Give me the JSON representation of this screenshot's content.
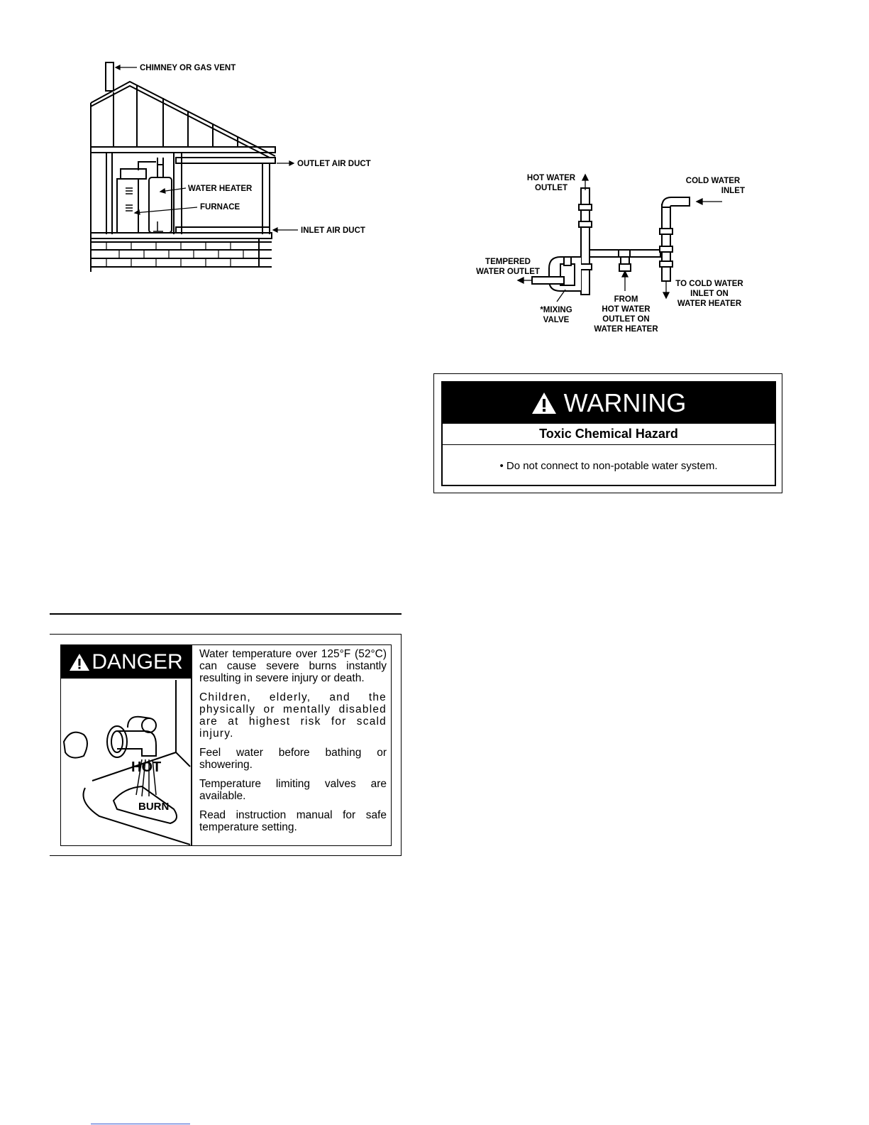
{
  "house_diagram": {
    "labels": {
      "chimney": "CHIMNEY OR GAS VENT",
      "outlet_duct": "OUTLET AIR DUCT",
      "water_heater": "WATER HEATER",
      "furnace": "FURNACE",
      "inlet_duct": "INLET AIR DUCT"
    }
  },
  "mixing_valve_diagram": {
    "labels": {
      "hot_outlet_1": "HOT WATER",
      "hot_outlet_2": "OUTLET",
      "cold_inlet_1": "COLD WATER",
      "cold_inlet_2": "INLET",
      "tempered_1": "TEMPERED",
      "tempered_2": "WATER OUTLET",
      "from_1": "FROM",
      "from_2": "HOT WATER",
      "from_3": "OUTLET ON",
      "from_4": "WATER HEATER",
      "mixing_1": "*MIXING",
      "mixing_2": "VALVE",
      "to_cold_1": "TO COLD WATER",
      "to_cold_2": "INLET ON",
      "to_cold_3": "WATER HEATER"
    }
  },
  "warning": {
    "title": "WARNING",
    "subtitle": "Toxic Chemical Hazard",
    "body": "• Do not connect to non-potable water system."
  },
  "danger": {
    "title": "DANGER",
    "illustration_hot": "HOT",
    "illustration_burn": "BURN",
    "paragraphs": [
      "Water temperature over 125°F (52°C) can cause severe burns instantly resulting in severe injury or death.",
      "Children, elderly, and the physically or mentally disabled are at highest risk for scald injury.",
      "Feel water before bathing or showering.",
      "Temperature limiting valves are available.",
      "Read instruction manual for safe temperature setting."
    ]
  },
  "colors": {
    "ink": "#000000",
    "paper": "#ffffff",
    "link": "#3a5bd0"
  }
}
